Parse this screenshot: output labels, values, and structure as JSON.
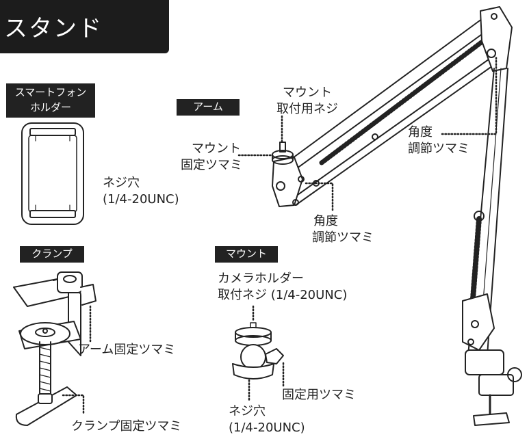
{
  "title": "スタンド",
  "sections": {
    "phone_holder": "スマートフォン ホルダー",
    "arm": "アーム",
    "clamp": "クランプ",
    "mount": "マウント"
  },
  "labels": {
    "phone_screw_hole_1": "ネジ穴",
    "phone_screw_hole_2": "(1/4-20UNC)",
    "mount_attach_screw_1": "マウント",
    "mount_attach_screw_2": "取付用ネジ",
    "mount_fix_knob_1": "マウント",
    "mount_fix_knob_2": "固定ツマミ",
    "angle_knob_top_1": "角度",
    "angle_knob_top_2": "調節ツマミ",
    "angle_knob_lower_1": "角度",
    "angle_knob_lower_2": "調節ツマミ",
    "camera_holder_screw_1": "カメラホルダー",
    "camera_holder_screw_2": "取付ネジ (1/4-20UNC)",
    "fixing_knob": "固定用ツマミ",
    "mount_screw_hole_1": "ネジ穴",
    "mount_screw_hole_2": "(1/4-20UNC)",
    "arm_fix_knob": "アーム固定ツマミ",
    "clamp_fix_knob": "クランプ固定ツマミ"
  },
  "colors": {
    "ink": "#222222",
    "tag_bg": "#222222",
    "title_bg": "#1c1c1c"
  }
}
